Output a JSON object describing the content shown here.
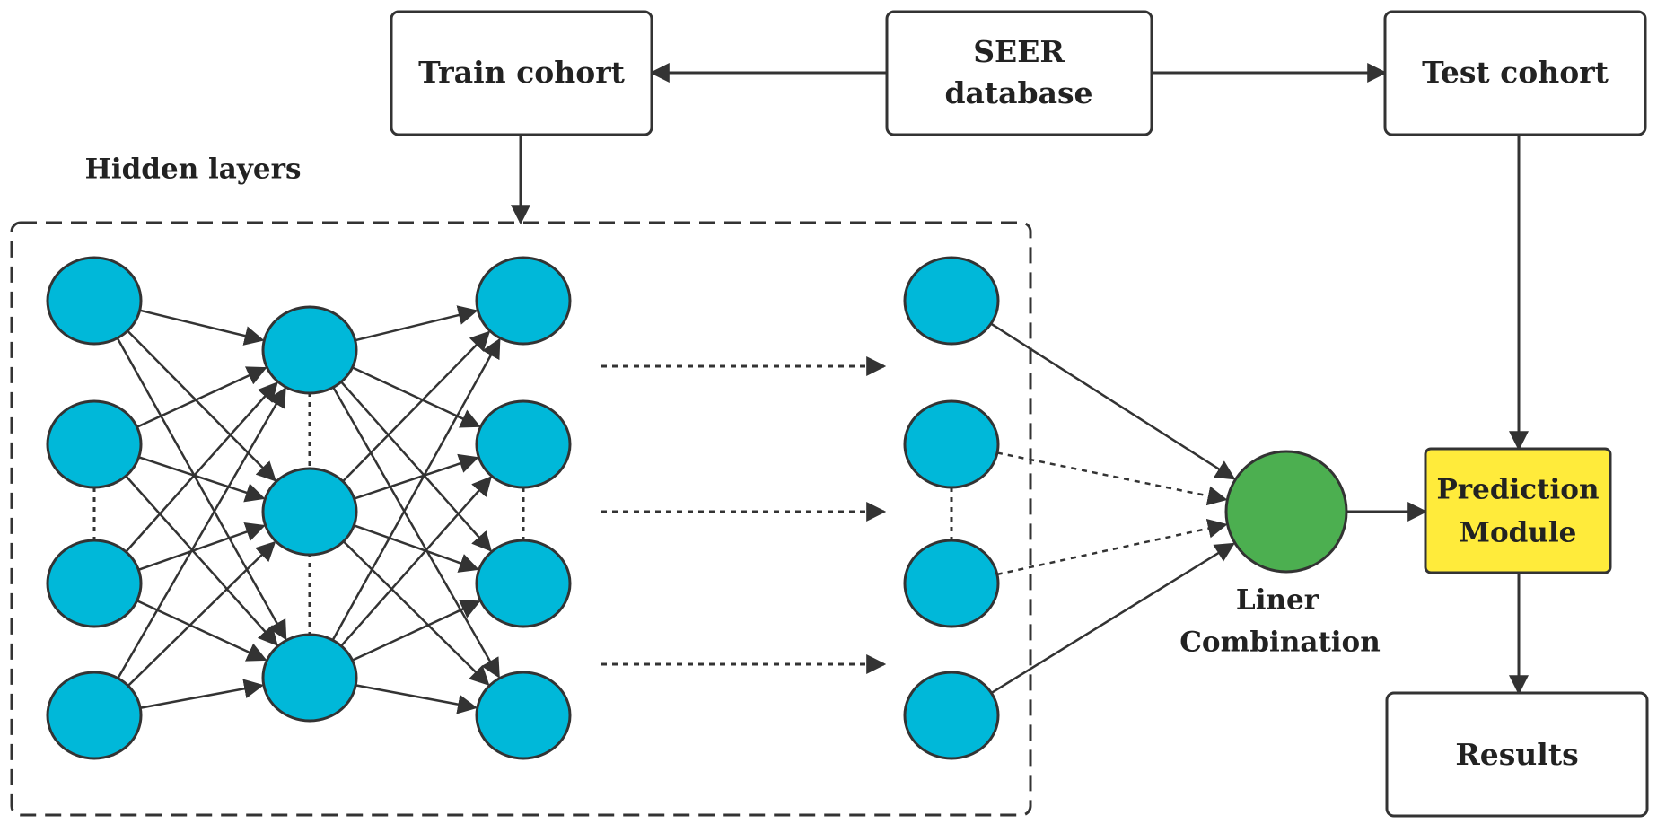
{
  "boxes": {
    "train": "Train cohort",
    "seer_line1": "SEER",
    "seer_line2": "database",
    "test": "Test cohort",
    "prediction_line1": "Prediction",
    "prediction_line2": "Module",
    "results": "Results"
  },
  "labels": {
    "hidden_layers": "Hidden layers",
    "liner_line1": "Liner",
    "liner_line2": "Combination"
  },
  "colors": {
    "neuron": "#00B8D9",
    "output_node": "#4CAF50",
    "prediction_box": "#FFEB3B",
    "stroke": "#333333"
  }
}
